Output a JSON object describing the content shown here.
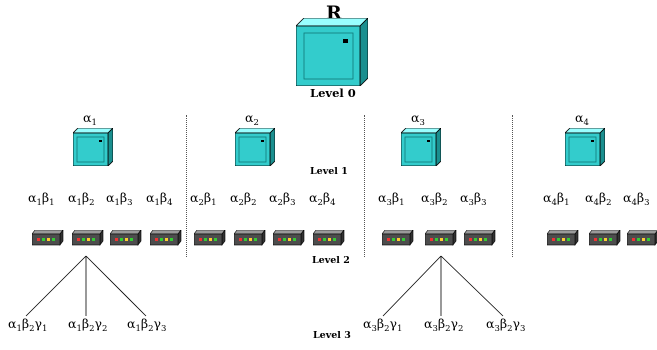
{
  "title": "R",
  "levels": {
    "level0": "Level 0",
    "level1": "Level 1",
    "level2": "Level 2",
    "level3": "Level 3"
  },
  "level1_nodes": [
    {
      "sym": "α",
      "sub": "1"
    },
    {
      "sym": "α",
      "sub": "2"
    },
    {
      "sym": "α",
      "sub": "3"
    },
    {
      "sym": "α",
      "sub": "4"
    }
  ],
  "level2_nodes": [
    [
      {
        "sym": "α",
        "sub": "1"
      },
      {
        "sym": "β",
        "sub": "1"
      }
    ],
    [
      {
        "sym": "α",
        "sub": "1"
      },
      {
        "sym": "β",
        "sub": "2"
      }
    ],
    [
      {
        "sym": "α",
        "sub": "1"
      },
      {
        "sym": "β",
        "sub": "3"
      }
    ],
    [
      {
        "sym": "α",
        "sub": "1"
      },
      {
        "sym": "β",
        "sub": "4"
      }
    ],
    [
      {
        "sym": "α",
        "sub": "2"
      },
      {
        "sym": "β",
        "sub": "1"
      }
    ],
    [
      {
        "sym": "α",
        "sub": "2"
      },
      {
        "sym": "β",
        "sub": "2"
      }
    ],
    [
      {
        "sym": "α",
        "sub": "2"
      },
      {
        "sym": "β",
        "sub": "3"
      }
    ],
    [
      {
        "sym": "α",
        "sub": "2"
      },
      {
        "sym": "β",
        "sub": "4"
      }
    ],
    [
      {
        "sym": "α",
        "sub": "3"
      },
      {
        "sym": "β",
        "sub": "1"
      }
    ],
    [
      {
        "sym": "α",
        "sub": "3"
      },
      {
        "sym": "β",
        "sub": "2"
      }
    ],
    [
      {
        "sym": "α",
        "sub": "3"
      },
      {
        "sym": "β",
        "sub": "3"
      }
    ],
    [
      {
        "sym": "α",
        "sub": "4"
      },
      {
        "sym": "β",
        "sub": "1"
      }
    ],
    [
      {
        "sym": "α",
        "sub": "4"
      },
      {
        "sym": "β",
        "sub": "2"
      }
    ],
    [
      {
        "sym": "α",
        "sub": "4"
      },
      {
        "sym": "β",
        "sub": "3"
      }
    ]
  ],
  "level3_nodes": [
    [
      {
        "sym": "α",
        "sub": "1"
      },
      {
        "sym": "β",
        "sub": "2"
      },
      {
        "sym": "γ",
        "sub": "1"
      }
    ],
    [
      {
        "sym": "α",
        "sub": "1"
      },
      {
        "sym": "β",
        "sub": "2"
      },
      {
        "sym": "γ",
        "sub": "2"
      }
    ],
    [
      {
        "sym": "α",
        "sub": "1"
      },
      {
        "sym": "β",
        "sub": "2"
      },
      {
        "sym": "γ",
        "sub": "3"
      }
    ],
    [
      {
        "sym": "α",
        "sub": "3"
      },
      {
        "sym": "β",
        "sub": "2"
      },
      {
        "sym": "γ",
        "sub": "1"
      }
    ],
    [
      {
        "sym": "α",
        "sub": "3"
      },
      {
        "sym": "β",
        "sub": "2"
      },
      {
        "sym": "γ",
        "sub": "2"
      }
    ],
    [
      {
        "sym": "α",
        "sub": "3"
      },
      {
        "sym": "β",
        "sub": "2"
      },
      {
        "sym": "γ",
        "sub": "3"
      }
    ]
  ],
  "icons": {
    "root": "server-cabinet-icon",
    "level1": "server-cabinet-icon",
    "level2": "network-switch-icon"
  },
  "colors": {
    "cabinet_face": "#33cccc",
    "cabinet_top": "#99ffff",
    "cabinet_side": "#1a8f8f",
    "switch_body": "#4d4d4d",
    "switch_top": "#9a9a9a"
  }
}
